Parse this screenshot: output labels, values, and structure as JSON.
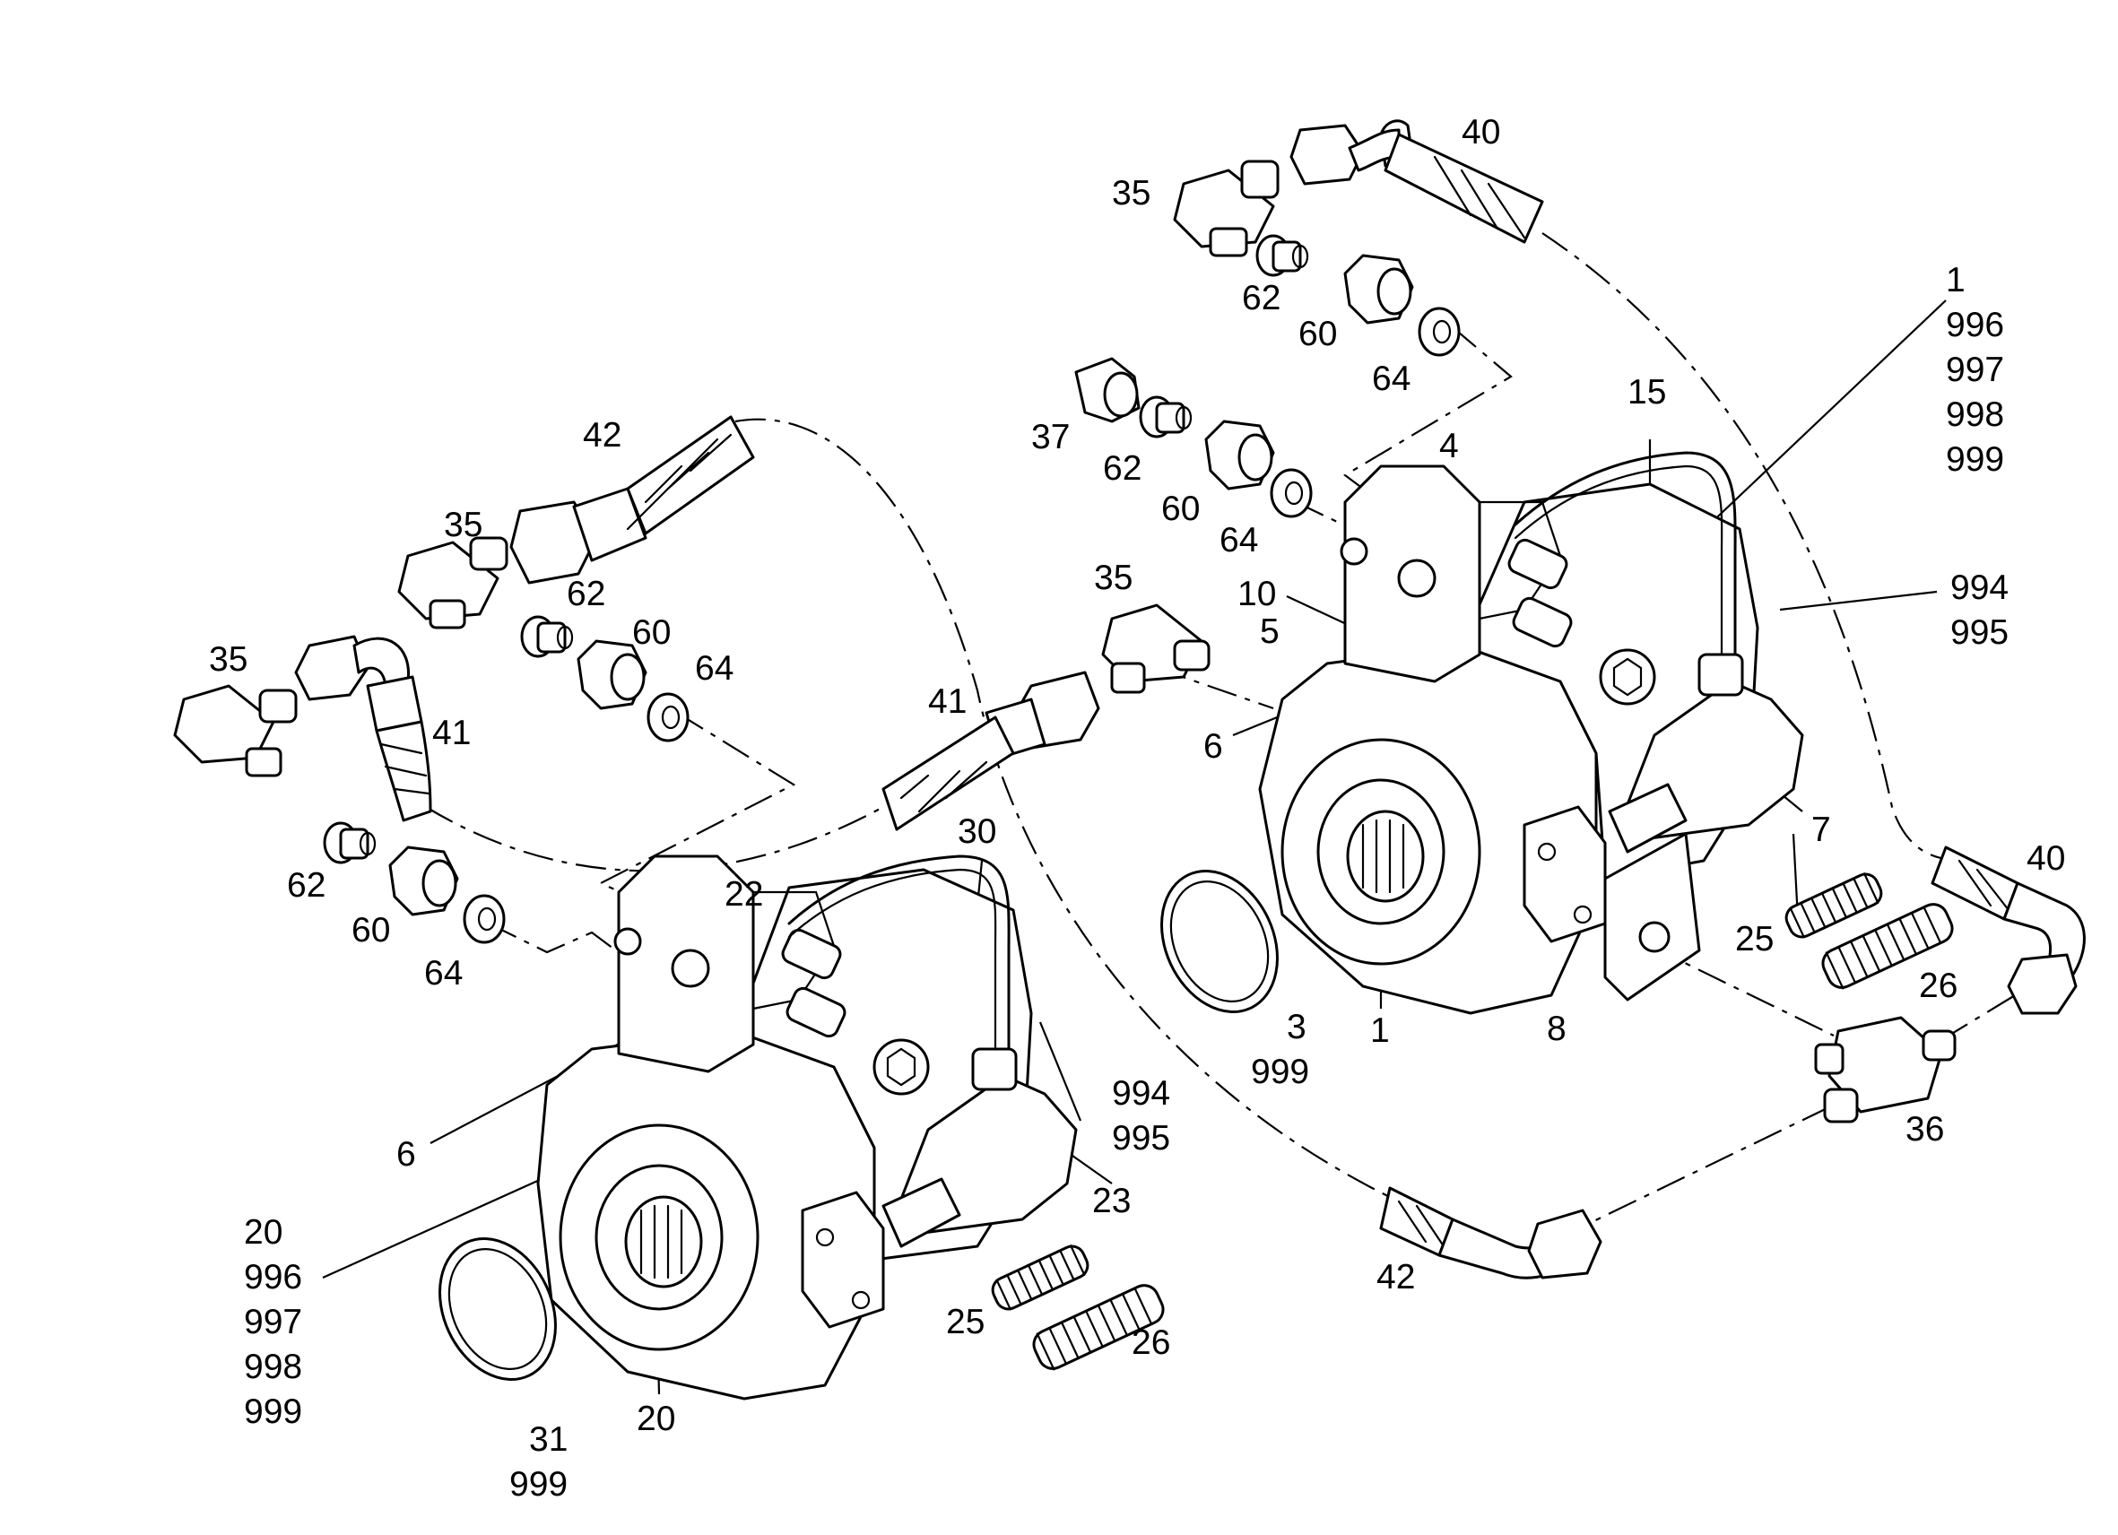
{
  "labels": {
    "p35a": "35",
    "p40a": "40",
    "p62a": "62",
    "p60a": "60",
    "p64a": "64",
    "p1a": "1",
    "p996a": "996",
    "p997a": "997",
    "p998a": "998",
    "p999a": "999",
    "p15": "15",
    "p37": "37",
    "p62b": "62",
    "p60b": "60",
    "p64b": "64",
    "p4": "4",
    "p42a": "42",
    "p35b": "35",
    "p62c": "62",
    "p60c": "60",
    "p64c": "64",
    "p35c": "35",
    "p41a": "41",
    "p35d": "35",
    "p10": "10",
    "p5": "5",
    "p994a": "994",
    "p995a": "995",
    "p41b": "41",
    "p6a": "6",
    "p7": "7",
    "p30": "30",
    "p62d": "62",
    "p60d": "60",
    "p64d": "64",
    "p22": "22",
    "p40b": "40",
    "p25a": "25",
    "p26a": "26",
    "p3": "3",
    "p999b": "999",
    "p1b": "1",
    "p8": "8",
    "p36": "36",
    "p6b": "6",
    "p994b": "994",
    "p995b": "995",
    "p23": "23",
    "p20a": "20",
    "p996b": "996",
    "p997b": "997",
    "p998b": "998",
    "p999c": "999",
    "p25b": "25",
    "p26b": "26",
    "p42b": "42",
    "p31": "31",
    "p999d": "999",
    "p20b": "20"
  }
}
